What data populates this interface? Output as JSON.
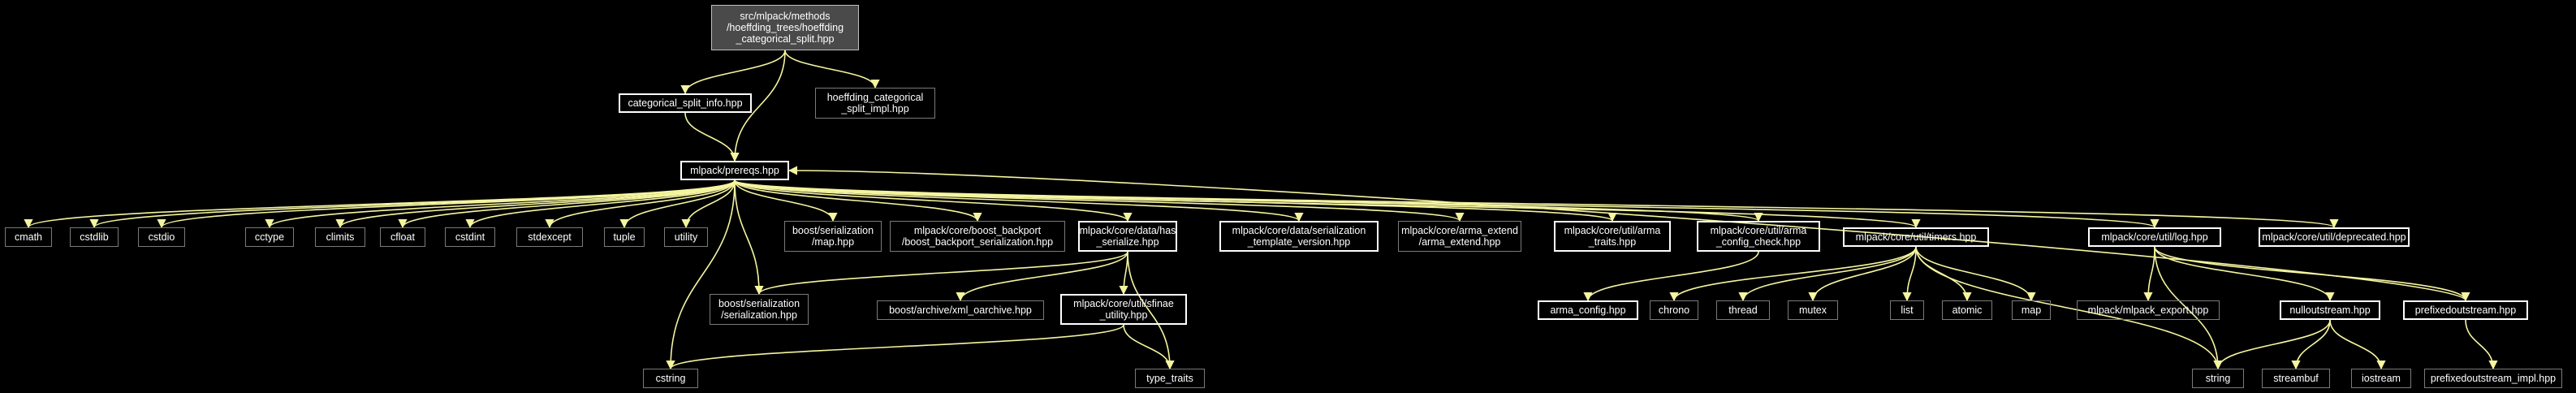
{
  "nodes": [
    {
      "id": "root",
      "label": "src/mlpack/methods\n/hoeffding_trees/hoeffding\n_categorical_split.hpp",
      "interactable": false,
      "style": "root"
    },
    {
      "id": "csi",
      "label": "categorical_split_info.hpp",
      "interactable": true,
      "style": "strong"
    },
    {
      "id": "hcsimpl",
      "label": "hoeffding_categorical\n_split_impl.hpp",
      "interactable": false,
      "style": "plain"
    },
    {
      "id": "prereqs",
      "label": "mlpack/prereqs.hpp",
      "interactable": true,
      "style": "strong"
    },
    {
      "id": "cmath",
      "label": "cmath",
      "interactable": false,
      "style": "plain"
    },
    {
      "id": "cstdlib",
      "label": "cstdlib",
      "interactable": false,
      "style": "plain"
    },
    {
      "id": "cstdio",
      "label": "cstdio",
      "interactable": false,
      "style": "plain"
    },
    {
      "id": "cctype",
      "label": "cctype",
      "interactable": false,
      "style": "plain"
    },
    {
      "id": "climits",
      "label": "climits",
      "interactable": false,
      "style": "plain"
    },
    {
      "id": "cfloat",
      "label": "cfloat",
      "interactable": false,
      "style": "plain"
    },
    {
      "id": "cstdint",
      "label": "cstdint",
      "interactable": false,
      "style": "plain"
    },
    {
      "id": "stdexcept",
      "label": "stdexcept",
      "interactable": false,
      "style": "plain"
    },
    {
      "id": "tuple",
      "label": "tuple",
      "interactable": false,
      "style": "plain"
    },
    {
      "id": "utility",
      "label": "utility",
      "interactable": false,
      "style": "plain"
    },
    {
      "id": "boostmap",
      "label": "boost/serialization\n/map.hpp",
      "interactable": false,
      "style": "plain"
    },
    {
      "id": "backport",
      "label": "mlpack/core/boost_backport\n/boost_backport_serialization.hpp",
      "interactable": false,
      "style": "plain"
    },
    {
      "id": "hasser",
      "label": "mlpack/core/data/has\n_serialize.hpp",
      "interactable": true,
      "style": "strong"
    },
    {
      "id": "sertv",
      "label": "mlpack/core/data/serialization\n_template_version.hpp",
      "interactable": true,
      "style": "strong"
    },
    {
      "id": "armaext",
      "label": "mlpack/core/arma_extend\n/arma_extend.hpp",
      "interactable": false,
      "style": "plain"
    },
    {
      "id": "armatraits",
      "label": "mlpack/core/util/arma\n_traits.hpp",
      "interactable": true,
      "style": "strong"
    },
    {
      "id": "armacc",
      "label": "mlpack/core/util/arma\n_config_check.hpp",
      "interactable": true,
      "style": "strong"
    },
    {
      "id": "timers",
      "label": "mlpack/core/util/timers.hpp",
      "interactable": true,
      "style": "strong"
    },
    {
      "id": "log",
      "label": "mlpack/core/util/log.hpp",
      "interactable": true,
      "style": "strong"
    },
    {
      "id": "deprecated",
      "label": "mlpack/core/util/deprecated.hpp",
      "interactable": true,
      "style": "strong"
    },
    {
      "id": "boostser",
      "label": "boost/serialization\n/serialization.hpp",
      "interactable": false,
      "style": "plain"
    },
    {
      "id": "xmlarch",
      "label": "boost/archive/xml_oarchive.hpp",
      "interactable": false,
      "style": "plain"
    },
    {
      "id": "sfinae",
      "label": "mlpack/core/util/sfinae\n_utility.hpp",
      "interactable": true,
      "style": "strong"
    },
    {
      "id": "armaconfig",
      "label": "arma_config.hpp",
      "interactable": true,
      "style": "strong"
    },
    {
      "id": "chrono",
      "label": "chrono",
      "interactable": false,
      "style": "plain"
    },
    {
      "id": "thread",
      "label": "thread",
      "interactable": false,
      "style": "plain"
    },
    {
      "id": "mutex",
      "label": "mutex",
      "interactable": false,
      "style": "plain"
    },
    {
      "id": "list",
      "label": "list",
      "interactable": false,
      "style": "plain"
    },
    {
      "id": "atomic",
      "label": "atomic",
      "interactable": false,
      "style": "plain"
    },
    {
      "id": "map",
      "label": "map",
      "interactable": false,
      "style": "plain"
    },
    {
      "id": "mlexport",
      "label": "mlpack/mlpack_export.hpp",
      "interactable": false,
      "style": "plain"
    },
    {
      "id": "nullout",
      "label": "nulloutstream.hpp",
      "interactable": true,
      "style": "strong"
    },
    {
      "id": "prefixed",
      "label": "prefixedoutstream.hpp",
      "interactable": true,
      "style": "strong"
    },
    {
      "id": "cstring",
      "label": "cstring",
      "interactable": false,
      "style": "plain"
    },
    {
      "id": "typetraits",
      "label": "type_traits",
      "interactable": false,
      "style": "plain"
    },
    {
      "id": "string",
      "label": "string",
      "interactable": false,
      "style": "plain"
    },
    {
      "id": "streambuf",
      "label": "streambuf",
      "interactable": false,
      "style": "plain"
    },
    {
      "id": "iostream",
      "label": "iostream",
      "interactable": false,
      "style": "plain"
    },
    {
      "id": "prefiximpl",
      "label": "prefixedoutstream_impl.hpp",
      "interactable": false,
      "style": "plain"
    }
  ],
  "edges": [
    [
      "root",
      "csi"
    ],
    [
      "root",
      "prereqs"
    ],
    [
      "root",
      "hcsimpl"
    ],
    [
      "csi",
      "prereqs"
    ],
    [
      "prereqs",
      "cmath"
    ],
    [
      "prereqs",
      "cstdlib"
    ],
    [
      "prereqs",
      "cstdio"
    ],
    [
      "prereqs",
      "cctype"
    ],
    [
      "prereqs",
      "climits"
    ],
    [
      "prereqs",
      "cfloat"
    ],
    [
      "prereqs",
      "cstdint"
    ],
    [
      "prereqs",
      "stdexcept"
    ],
    [
      "prereqs",
      "tuple"
    ],
    [
      "prereqs",
      "utility"
    ],
    [
      "prereqs",
      "boostmap"
    ],
    [
      "prereqs",
      "backport"
    ],
    [
      "prereqs",
      "hasser"
    ],
    [
      "prereqs",
      "sertv"
    ],
    [
      "prereqs",
      "armaext"
    ],
    [
      "prereqs",
      "armatraits"
    ],
    [
      "prereqs",
      "armacc"
    ],
    [
      "prereqs",
      "timers"
    ],
    [
      "prereqs",
      "log"
    ],
    [
      "prereqs",
      "deprecated"
    ],
    [
      "prereqs",
      "boostser"
    ],
    [
      "prereqs",
      "cstring"
    ],
    [
      "hasser",
      "boostser"
    ],
    [
      "hasser",
      "xmlarch"
    ],
    [
      "hasser",
      "sfinae"
    ],
    [
      "hasser",
      "typetraits"
    ],
    [
      "sfinae",
      "typetraits"
    ],
    [
      "sfinae",
      "cstring"
    ],
    [
      "armacc",
      "armaconfig"
    ],
    [
      "timers",
      "chrono"
    ],
    [
      "timers",
      "thread"
    ],
    [
      "timers",
      "mutex"
    ],
    [
      "timers",
      "list"
    ],
    [
      "timers",
      "atomic"
    ],
    [
      "timers",
      "map"
    ],
    [
      "timers",
      "string"
    ],
    [
      "log",
      "mlexport"
    ],
    [
      "log",
      "nullout"
    ],
    [
      "log",
      "prefixed"
    ],
    [
      "log",
      "string"
    ],
    [
      "nullout",
      "string"
    ],
    [
      "nullout",
      "streambuf"
    ],
    [
      "nullout",
      "iostream"
    ],
    [
      "prefixed",
      "prefiximpl"
    ],
    [
      "prefixed",
      "prereqs"
    ]
  ],
  "colors": {
    "background": "#000000",
    "edge": "#f5f5a0",
    "node_text": "#ffffff",
    "root_fill": "#4a4a4a"
  }
}
